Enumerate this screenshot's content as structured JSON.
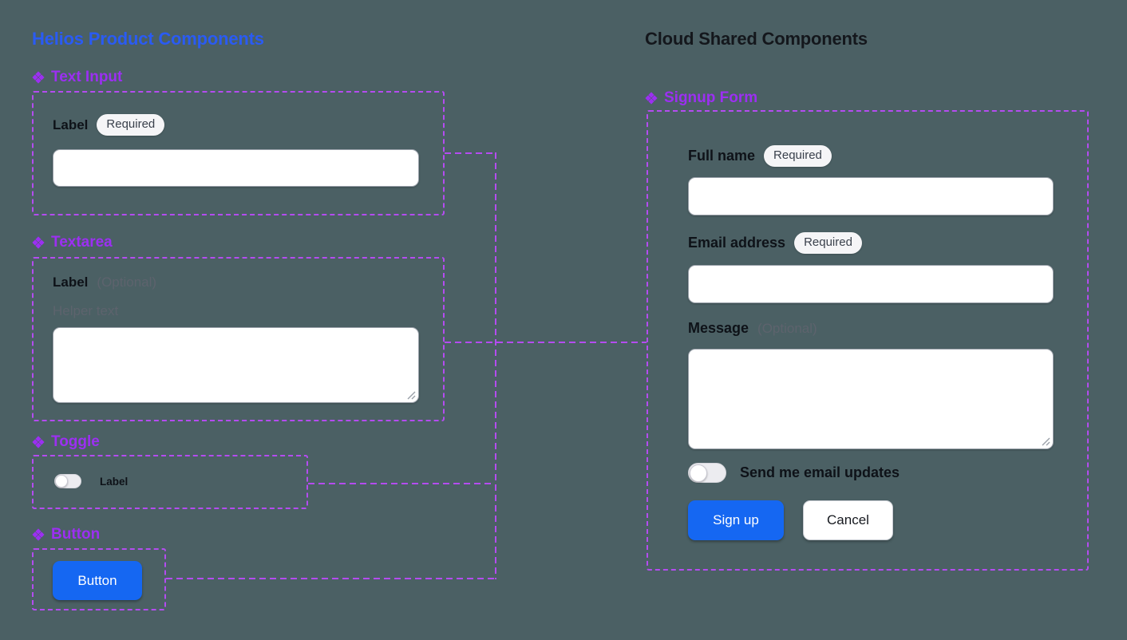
{
  "colors": {
    "background": "#4b6064",
    "helios_title_blue": "#2a5bf3",
    "component_label_purple": "#9c2ff2",
    "frame_border_purple": "#b44cf0",
    "primary_button_blue": "#1567f2"
  },
  "left_panel": {
    "title": "Helios Product Components",
    "text_input": {
      "component_name": "Text Input",
      "label": "Label",
      "badge": "Required"
    },
    "textarea": {
      "component_name": "Textarea",
      "label": "Label",
      "optional": "(Optional)",
      "helper_text": "Helper text"
    },
    "toggle": {
      "component_name": "Toggle",
      "label": "Label"
    },
    "button": {
      "component_name": "Button",
      "label": "Button"
    }
  },
  "right_panel": {
    "title": "Cloud Shared Components",
    "signup_form": {
      "component_name": "Signup Form",
      "full_name": {
        "label": "Full name",
        "badge": "Required"
      },
      "email": {
        "label": "Email address",
        "badge": "Required"
      },
      "message": {
        "label": "Message",
        "optional": "(Optional)"
      },
      "updates_toggle_label": "Send me email updates",
      "signup_button": "Sign up",
      "cancel_button": "Cancel"
    }
  }
}
